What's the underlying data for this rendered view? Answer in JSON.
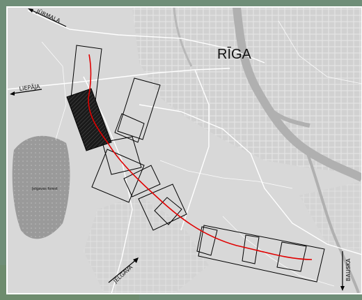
{
  "map": {
    "city_label": "RĪGA",
    "direction_labels": {
      "jurmala": "JŪRMALA",
      "liepaja": "LIEPĀJA",
      "jelgava": "JELGAVA",
      "bauska": "BAUSKA"
    },
    "forest_label": "Jelgavas forest"
  },
  "colors": {
    "route": "#e00000",
    "frame": "#ffffff",
    "surround": "#6f8e78",
    "basemap": "#d8d8d8",
    "river": "#b0b0b0",
    "forest": "#9a9a9a",
    "highlight_block": "#1a1a1a"
  }
}
